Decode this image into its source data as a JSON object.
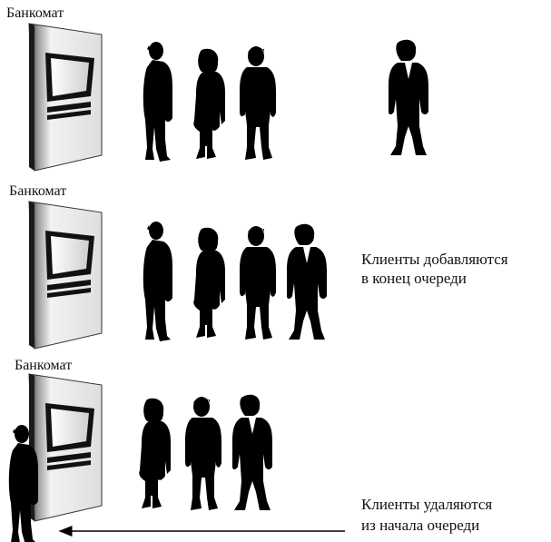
{
  "panels": [
    {
      "atm_label": "Банкомат",
      "caption_line1": "",
      "caption_line2": ""
    },
    {
      "atm_label": "Банкомат",
      "caption_line1": "Клиенты добавляются",
      "caption_line2": "в конец очереди"
    },
    {
      "atm_label": "Банкомат",
      "caption_line1": "Клиенты  удаляются",
      "caption_line2": "из начала очереди"
    }
  ],
  "colors": {
    "figure": "#000000",
    "atm_face": "#dcdcdc",
    "atm_dark": "#3a3a3a"
  },
  "icons": [
    "atm-icon",
    "person-icon",
    "arrow-left-icon"
  ]
}
